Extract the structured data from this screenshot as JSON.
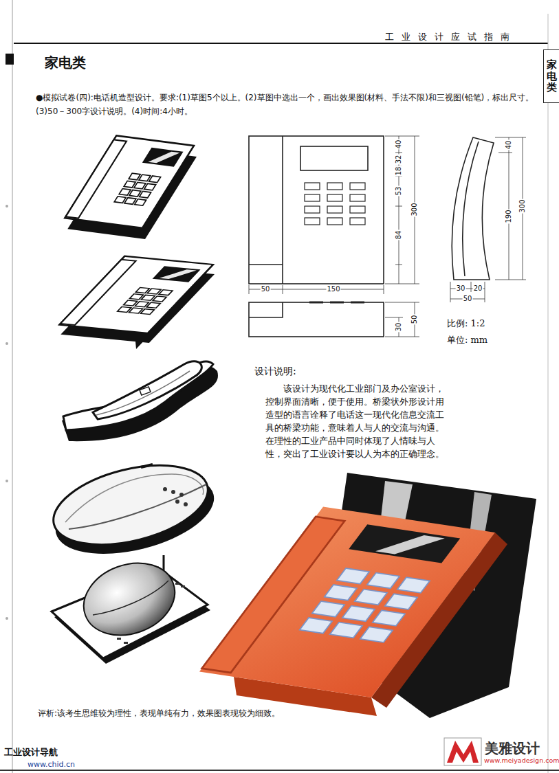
{
  "diagram": {
    "title": "家电类",
    "nodes": [
      {
        "text": [
          "家电类"
        ]
      }
    ],
    "labels": [
      "工业设计应试指南",
      "●模拟试卷(四):电话机造型设计。要求:(1)草图5个以上。(2)草图中选出一个，画出效果图(材料、手法不限)和三视图(铅笔)，标出尺寸。(3)50－300字设计说明。(4)时间:4小时。",
      "40",
      "32",
      "18",
      "53",
      "84",
      "300",
      "50",
      "150",
      "30",
      "50",
      "40",
      "190",
      "300",
      "30",
      "20",
      "50",
      "比例: 1:2",
      "单位: mm",
      "设计说明:",
      "该设计为现代化工业部门及办公室设计，控制界面清晰，便于使用。桥梁状外形设计用造型的语言诠释了电话这一现代化信息交流工具的桥梁功能，意味着人与人的交流与沟通。在理性的工业产品中同时体现了人情味与人性，突出了工业设计要以人为本的正确理念。",
      "评析:该考生思维较为理性，表现单纯有力，效果图表现较为细致。",
      "工业设计导航",
      "www.chid.cn",
      "美雅设计",
      "www.meiyadesign.com"
    ]
  }
}
